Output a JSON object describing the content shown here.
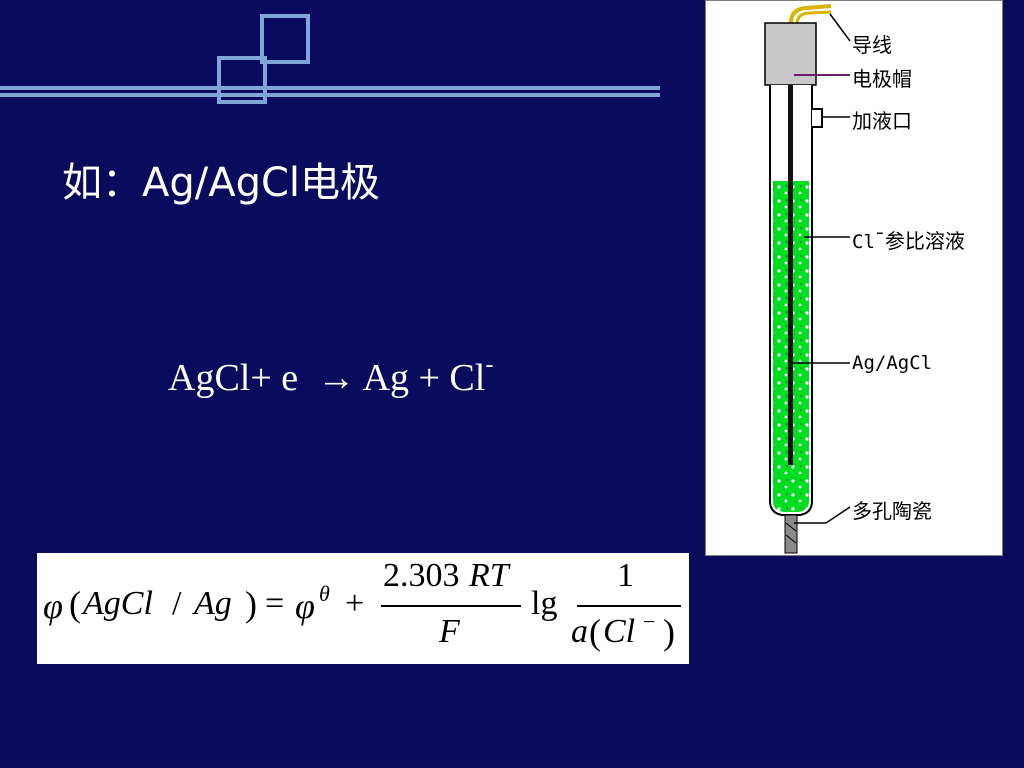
{
  "slide": {
    "title": "如：Ag/AgCl电极",
    "reaction": {
      "left": "AgCl+ e",
      "arrow": "→",
      "right": "Ag + Cl",
      "charge": "-"
    },
    "formula": {
      "phi": "φ",
      "open": "(",
      "species1": "AgCl",
      "slash": "/",
      "species2": "Ag",
      "close": ")",
      "equals": "=",
      "phi0": "φ",
      "theta": "θ",
      "plus": "+",
      "numerator_number": "2.303",
      "numerator_vars": "RT",
      "denominator": "F",
      "log": "lg",
      "frac2_numerator": "1",
      "activity": "a",
      "activity_open": "(",
      "activity_species": "Cl",
      "activity_charge": "−",
      "activity_close": ")"
    }
  },
  "diagram": {
    "labels": {
      "wire": "导线",
      "cap": "电极帽",
      "fill_port": "加液口",
      "solution_ion": "Cl",
      "solution_charge": "¯",
      "solution_text": "参比溶液",
      "electrode": "Ag/AgCl",
      "ceramic": "多孔陶瓷"
    },
    "colors": {
      "solution": "#00dd22",
      "cap": "#c8c8c8",
      "wire": "#d9b400",
      "leader_cap": "#6a1b6a"
    }
  }
}
